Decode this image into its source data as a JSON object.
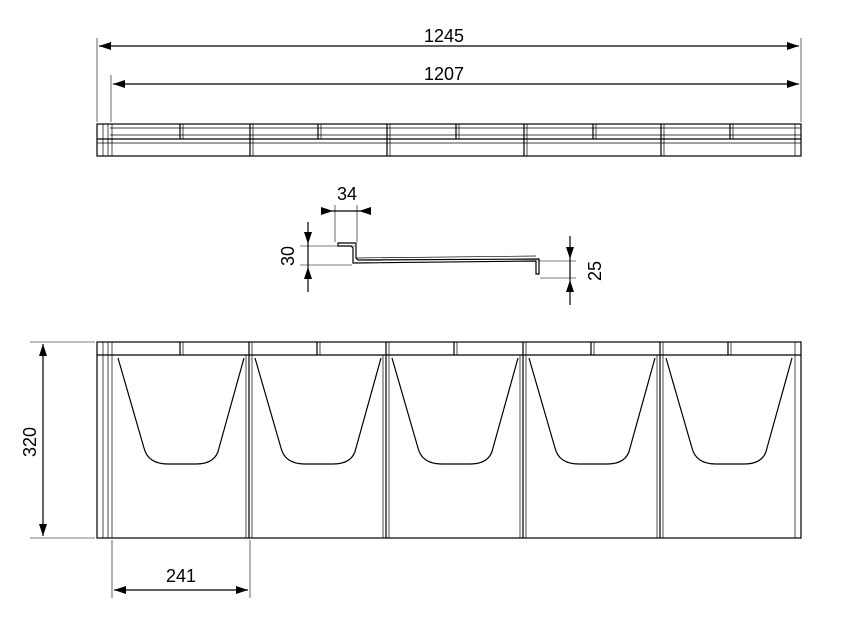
{
  "dimensions": {
    "overall_length": "1245",
    "effective_length": "1207",
    "step_width": "34",
    "left_height": "30",
    "right_height": "25",
    "tile_height": "320",
    "module_width": "241"
  }
}
